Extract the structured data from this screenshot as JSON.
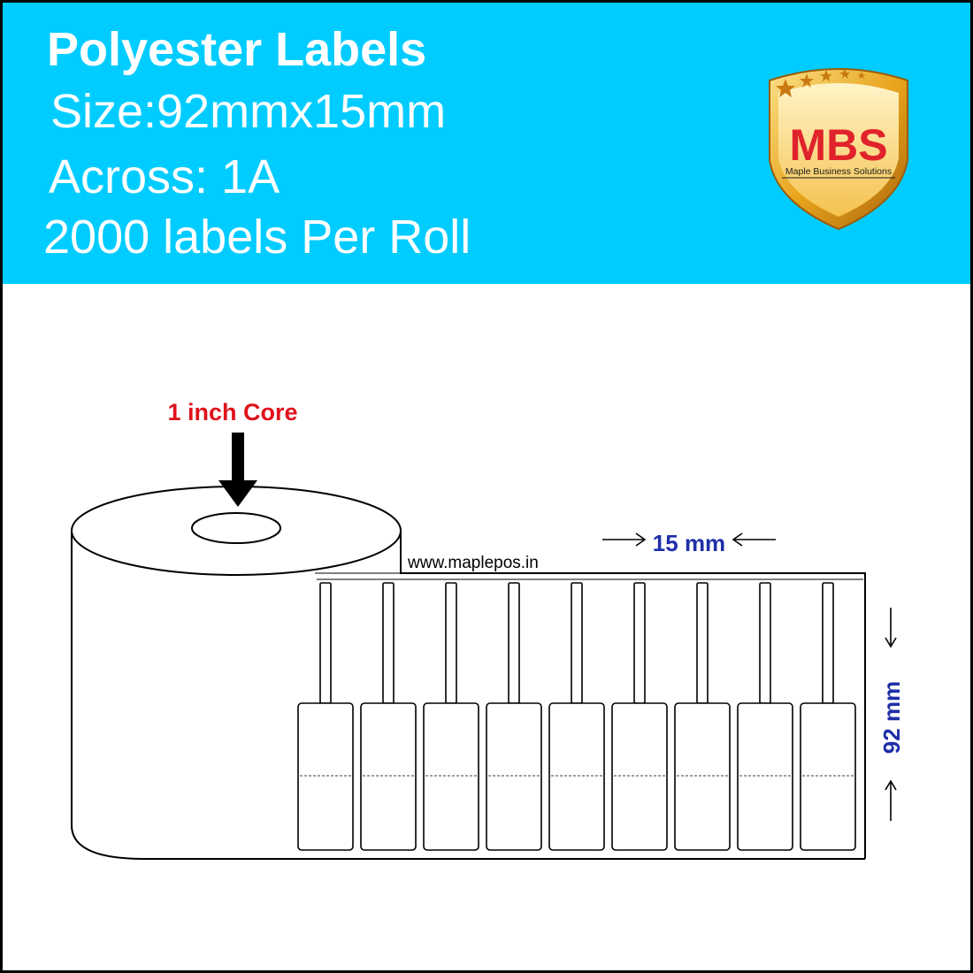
{
  "colors": {
    "banner": "#00ccff",
    "core_label": "#e0131b",
    "dimension": "#1f2fa8",
    "logo_red": "#e0232b",
    "logo_gold": "#e8a51c"
  },
  "header": {
    "title": "Polyester Labels",
    "size": "Size:92mmx15mm",
    "across": "Across: 1A",
    "per_roll": "2000 labels Per Roll"
  },
  "logo": {
    "letters": "MBS",
    "tagline": "Maple Business Solutions"
  },
  "diagram": {
    "core_label": "1 inch Core",
    "website": "www.maplepos.in",
    "width_label": "15 mm",
    "height_label": "92 mm",
    "label_count": 9
  },
  "icons": [
    "down-arrow-icon",
    "right-arrow-icon",
    "left-arrow-icon",
    "star-icon"
  ]
}
